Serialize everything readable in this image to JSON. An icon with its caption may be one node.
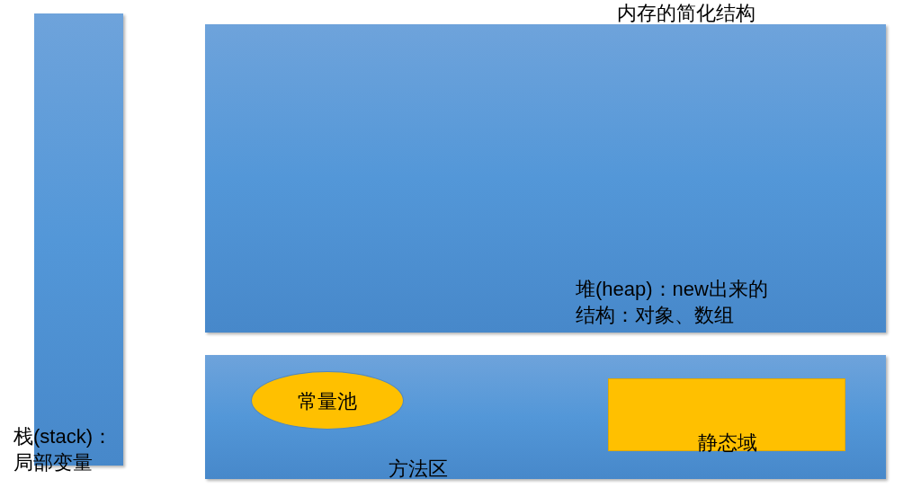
{
  "diagram": {
    "title": "内存的简化结构",
    "nodes": [
      {
        "text": [
          "栈(stack)：局部变量"
        ]
      },
      {
        "text": [
          "堆(heap)：new出来的结构：对象、数组"
        ]
      },
      {
        "text": [
          "方法区"
        ]
      },
      {
        "text": [
          "常量池"
        ],
        "in": 2
      },
      {
        "text": [
          "静态域"
        ],
        "in": 2
      }
    ]
  }
}
